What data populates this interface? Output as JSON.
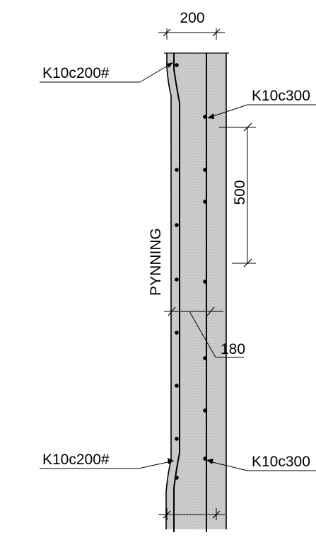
{
  "dimensions": {
    "top_width": "200",
    "spacing": "500",
    "thickness": "180"
  },
  "labels": {
    "rebar_top_left": "K10c200#",
    "rebar_top_right": "K10c300",
    "rebar_bottom_left": "K10c200#",
    "rebar_bottom_right": "K10c300",
    "vertical_text": "PYNNING"
  },
  "colors": {
    "concrete": "#c8c8c8",
    "line": "#000000"
  }
}
